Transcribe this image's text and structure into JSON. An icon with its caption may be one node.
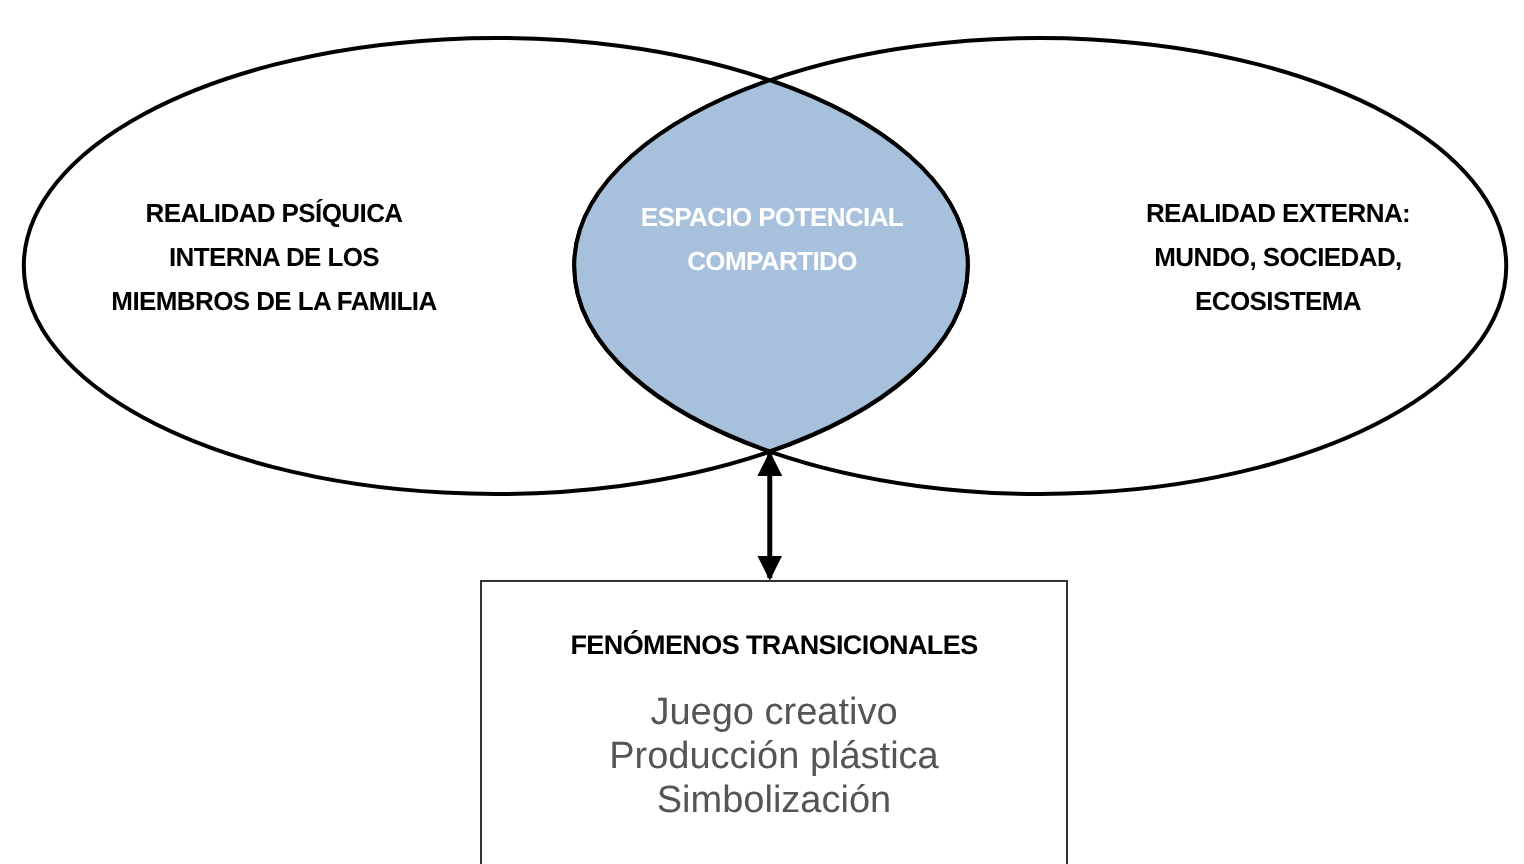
{
  "diagram": {
    "nodes": [
      {
        "text": [
          "REALIDAD PSÍQUICA INTERNA DE LOS MIEMBROS DE LA FAMILIA"
        ]
      },
      {
        "text": [
          "REALIDAD EXTERNA: MUNDO, SOCIEDAD, ECOSISTEMA"
        ]
      },
      {
        "text": [
          "ESPACIO POTENCIAL COMPARTIDO"
        ]
      },
      {
        "text": [
          "FENÓMENOS TRANSICIONALES",
          "Juego creativo",
          "Producción plástica",
          "Simbolización"
        ]
      }
    ],
    "edges": [
      {
        "from": 2,
        "to": 3,
        "arrow": "both"
      }
    ]
  }
}
